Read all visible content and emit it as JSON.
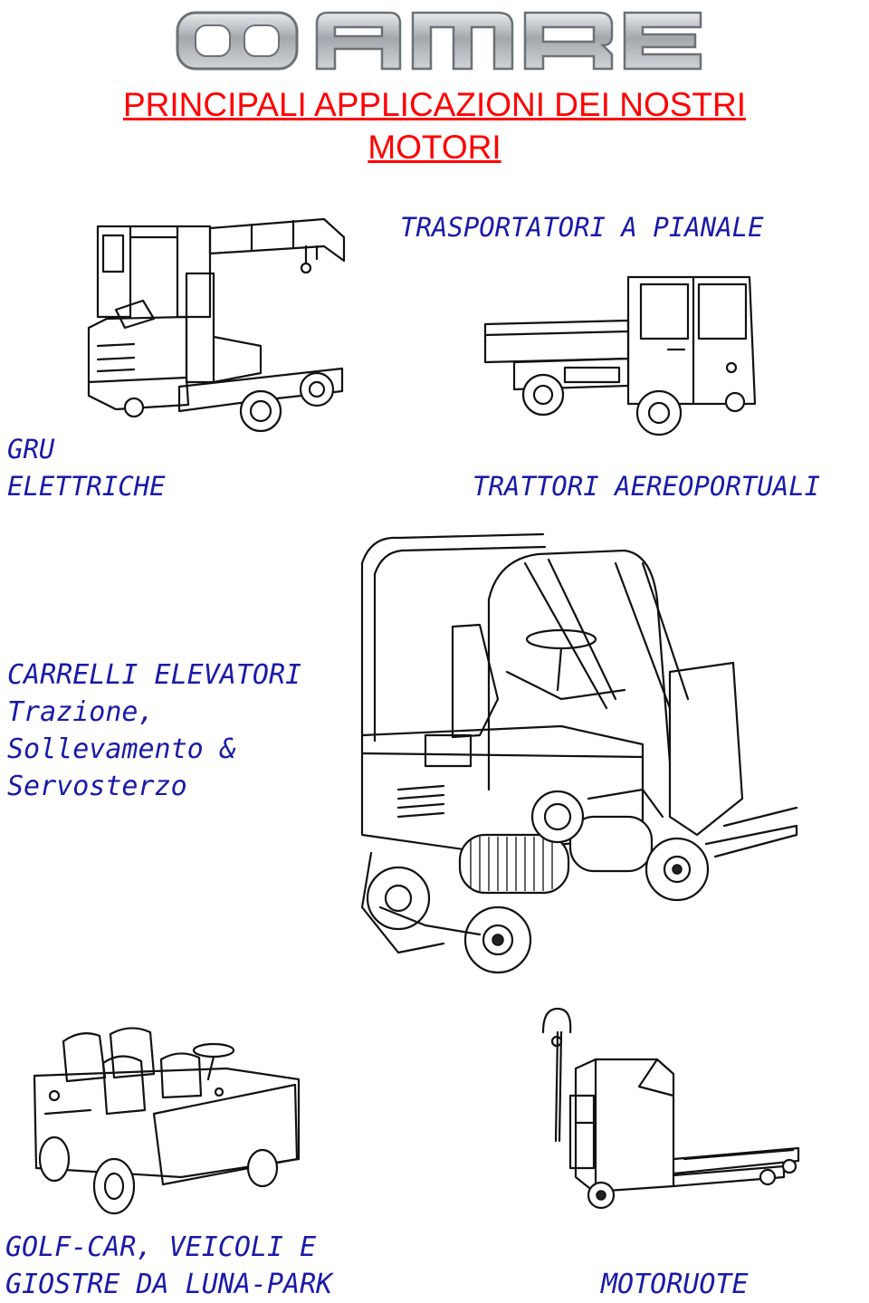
{
  "brand": {
    "logo_text": "AMRE"
  },
  "title": {
    "line1": "PRINCIPALI APPLICAZIONI DEI NOSTRI",
    "line2": "MOTORI"
  },
  "labels": {
    "trasportatori": "TRASPORTATORI A PIANALE",
    "gru_1": "GRU",
    "gru_2": "ELETTRICHE",
    "trattori": "TRATTORI AEREOPORTUALI",
    "carrelli_1": "CARRELLI ELEVATORI",
    "carrelli_2": "Trazione,",
    "carrelli_3": "Sollevamento &",
    "carrelli_4": "Servosterzo",
    "golf_1": "GOLF-CAR, VEICOLI E",
    "golf_2": "GIOSTRE DA LUNA-PARK",
    "motoruote": "MOTORUOTE"
  },
  "colors": {
    "title": "#ff0000",
    "labels": "#1a1aa8",
    "logo_gray": "#9a9ea3"
  }
}
